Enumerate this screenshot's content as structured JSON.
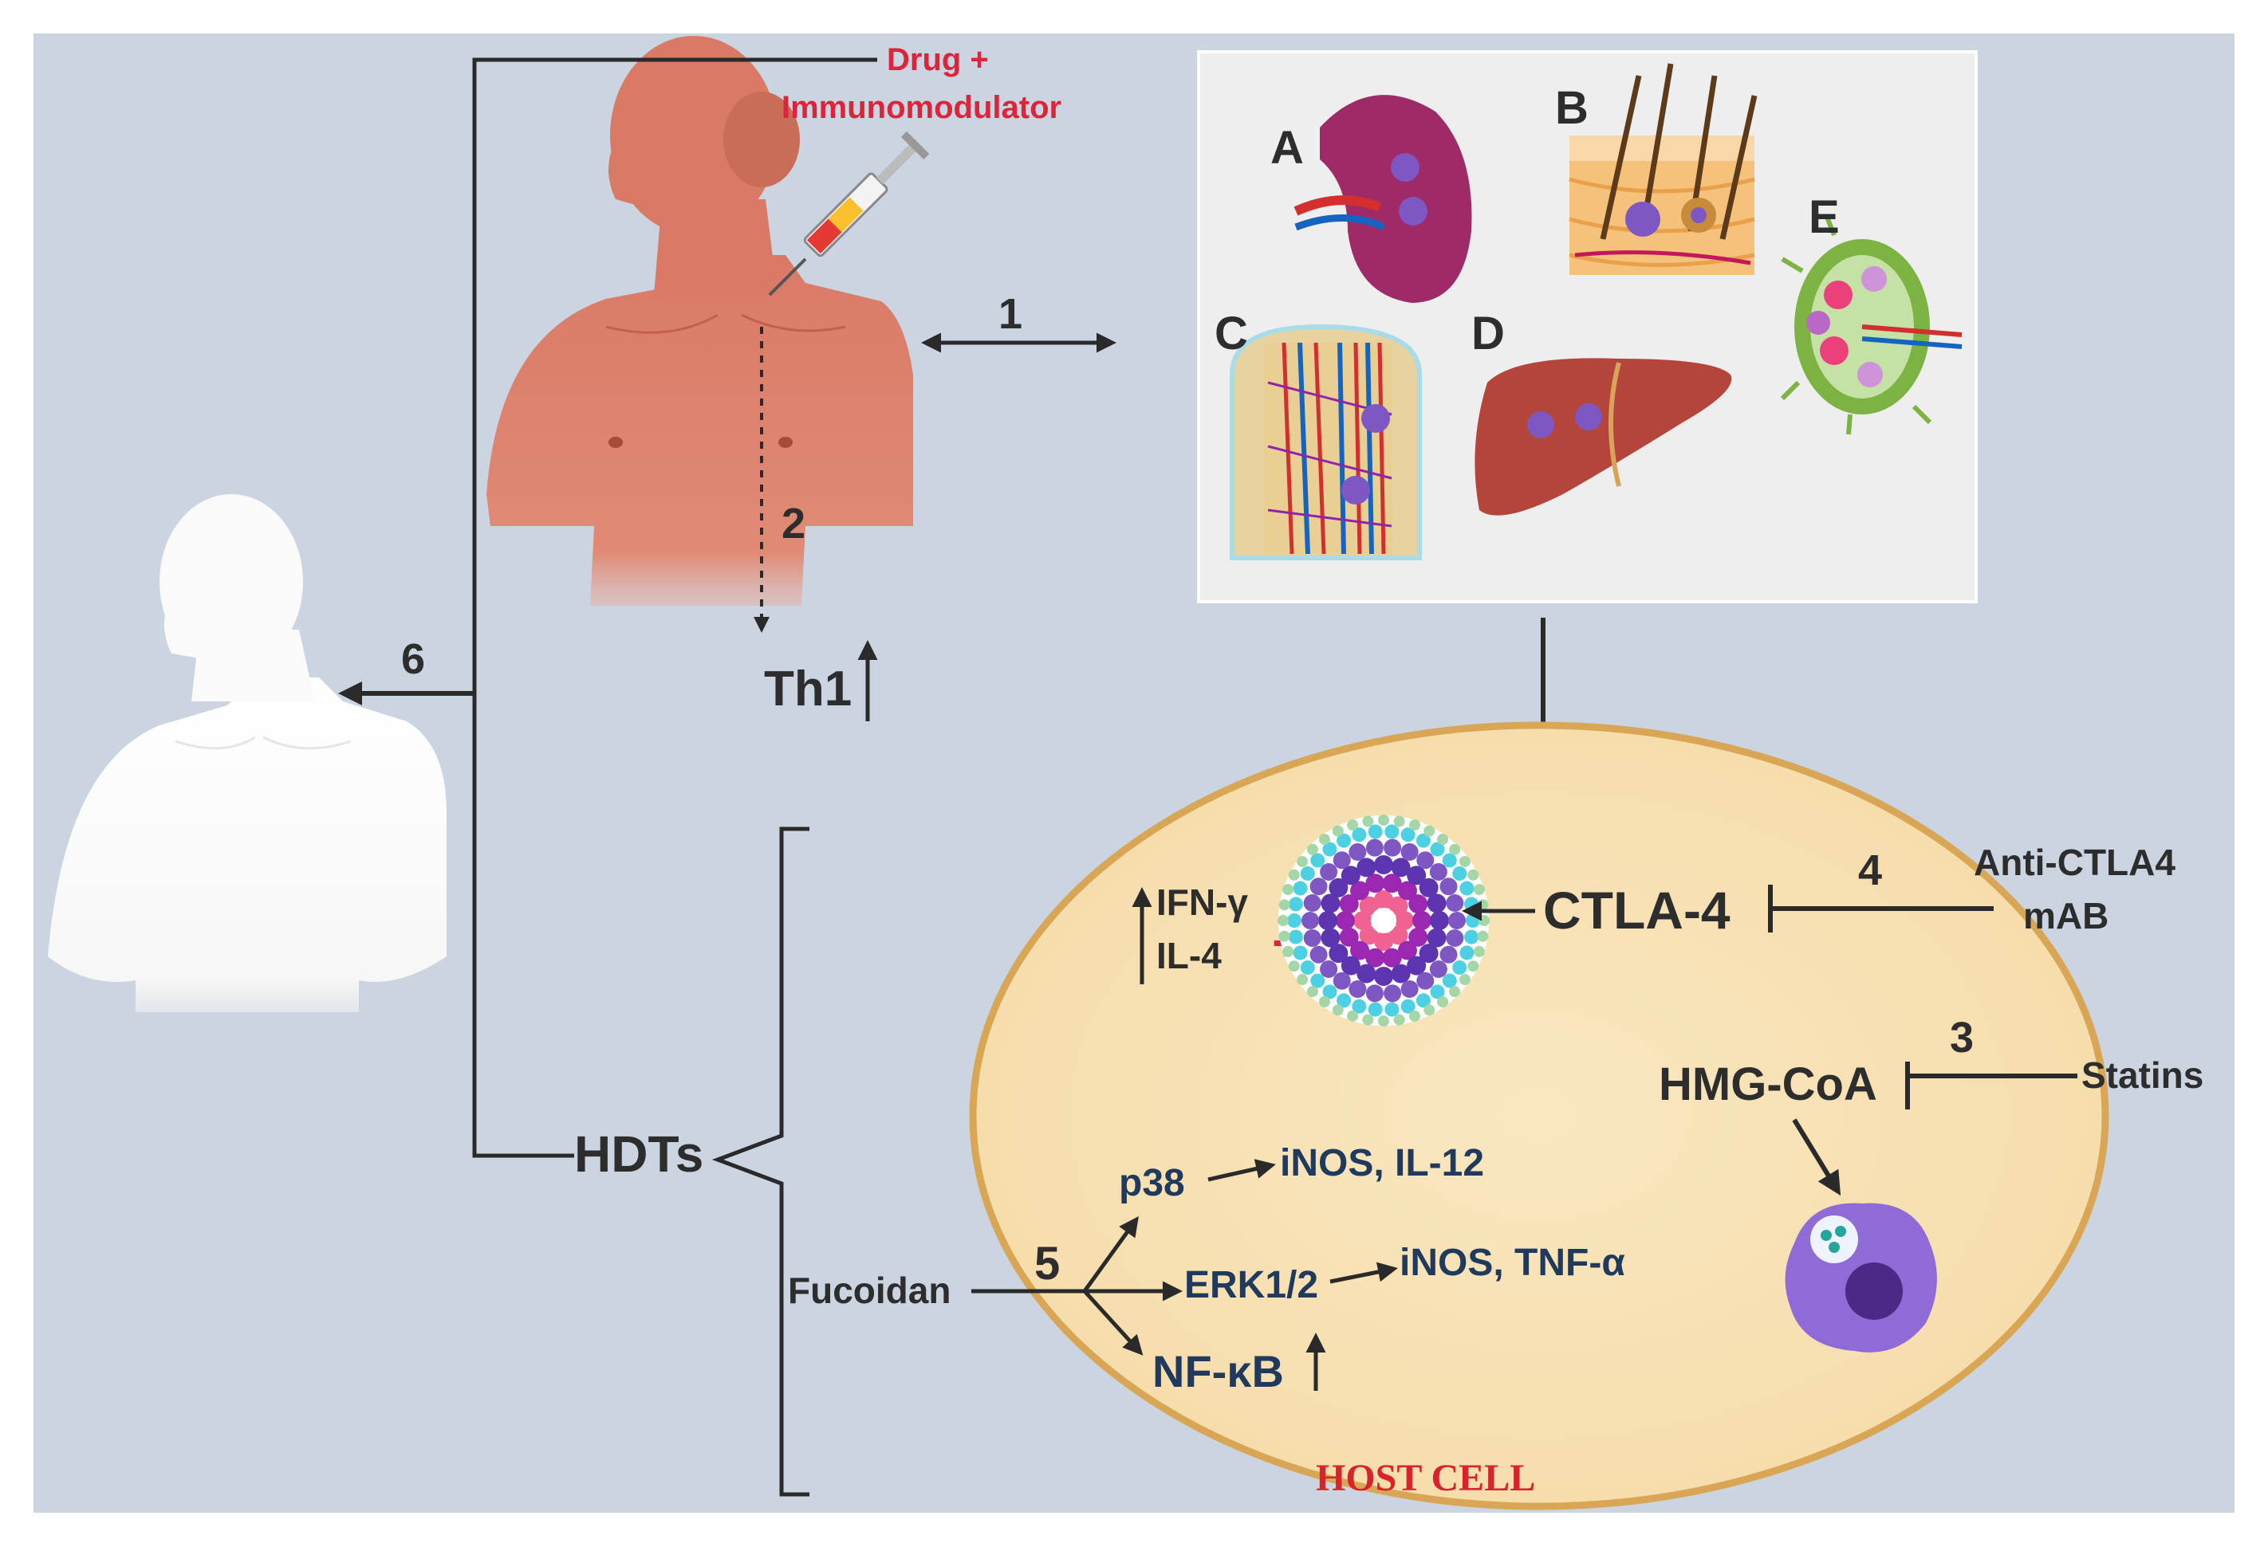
{
  "colors": {
    "background": "#cbd5e1",
    "panel": "#eeeeee",
    "host_cell_fill": "#f7e2b5",
    "host_cell_border": "#d9a655",
    "patient_skin": "#d97a66",
    "healthy_skin": "#fafafa",
    "accent_red": "#e0223a",
    "dark_blue_text": "#1f3a5c",
    "arrow": "#2a2a2a"
  },
  "icons": {
    "patient": "infected-patient-torso",
    "healthy": "healed-person-torso",
    "syringe": "syringe-icon",
    "organ_a": "spleen-icon",
    "organ_b": "skin-section-icon",
    "organ_c": "bone-marrow-icon",
    "organ_d": "liver-icon",
    "organ_e": "lymph-node-icon",
    "granuloma": "granuloma-icon",
    "macrophage": "infected-macrophage-icon"
  },
  "labels": {
    "drug": "Drug +",
    "immunomodulator": "Immunomodulator",
    "step1": "1",
    "step2": "2",
    "step3": "3",
    "step4": "4",
    "step5": "5",
    "step6": "6",
    "th1": "Th1",
    "hdts": "HDTs",
    "organ_a": "A",
    "organ_b": "B",
    "organ_c": "C",
    "organ_d": "D",
    "organ_e": "E",
    "ifn": "IFN-γ",
    "il4": "IL-4",
    "plus": "+",
    "ctla4": "CTLA-4",
    "anti_ctla4_line1": "Anti-CTLA4",
    "anti_ctla4_line2": "mAB",
    "hmgcoa": "HMG-CoA",
    "statins": "Statins",
    "fucoidan": "Fucoidan",
    "p38": "p38",
    "inos_il12": "iNOS, IL-12",
    "erk": "ERK1/2",
    "inos_tnf": "iNOS, TNF-α",
    "nfkb": "NF-κB",
    "host_cell": "HOST CELL"
  }
}
